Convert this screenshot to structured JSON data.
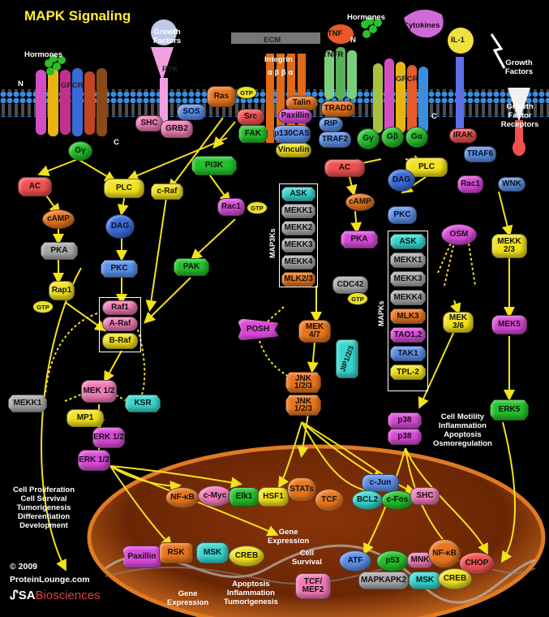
{
  "title": "MAPK Signaling",
  "external": {
    "hormones_left": "Hormones",
    "hormones_right": "Hormones",
    "growth_factors_top": "Growth Factors",
    "growth_factors_right": "Growth Factors",
    "growth_factor_receptors": "Growth Factor Receptors",
    "ecm": "ECM",
    "integrin": "Integrin",
    "integrin_greek": "α β β α",
    "cytokines": "Cytokines",
    "tnf": "TNF",
    "il1": "IL-1",
    "tnfr": "TNFR",
    "rtk": "RTK",
    "gpcr": "GPCR",
    "n_left": "N",
    "c_left": "C",
    "n_right": "N",
    "c_right": "C"
  },
  "nodes": {
    "shc_top": "SHC",
    "sos": "SOS",
    "grb2": "GRB2",
    "ras": "Ras",
    "gtp_ras": "GTP",
    "src": "Src",
    "fak": "FAK",
    "talin": "Talin",
    "paxillin_top": "Paxillin",
    "p130cas": "p130CAS",
    "vinculin": "Vinculin",
    "tradd": "TRADD",
    "rip": "RIP",
    "traf2": "TRAF2",
    "g_gamma_left": "Gγ",
    "g_gamma": "Gγ",
    "g_beta": "Gβ",
    "g_alpha": "Gα",
    "irak": "IRAK",
    "traf6": "TRAF6",
    "rac1_right": "Rac1",
    "wnk": "WNK",
    "ac_left": "AC",
    "plc_left": "PLC",
    "craf": "c-Raf",
    "pi3k": "PI3K",
    "rac1_mid": "Rac1",
    "gtp_rac1": "GTP",
    "camp_left": "cAMP",
    "dag_left": "DAG",
    "pka_left": "PKA",
    "pkc_left": "PKC",
    "pak": "PAK",
    "rap1": "Rap1",
    "gtp_rap1": "GTP",
    "raf1": "Raf1",
    "araf": "A-Raf",
    "braf": "B-Raf",
    "mekk1_left": "MEKK1",
    "mek12": "MEK 1/2",
    "mp1": "MP1",
    "ksr": "KSR",
    "erk12_a": "ERK 1/2",
    "erk12_b": "ERK 1/2",
    "ac_right": "AC",
    "plc_right": "PLC",
    "dag_right": "DAG",
    "camp_right": "cAMP",
    "pka_right": "PKA",
    "pkc_right": "PKC",
    "cdc42": "CDC42",
    "gtp_cdc42": "GTP",
    "posh": "POSH",
    "mek47": "MEK 4/7",
    "jip": "JIP1/2/3",
    "jnk_a": "JNK 1/2/3",
    "jnk_b": "JNK 1/2/3",
    "osm": "OSM",
    "mek36": "MEK 3/6",
    "p38_a": "p38",
    "p38_b": "p38",
    "mekk23": "MEKK 2/3",
    "mek5": "MEK5",
    "erk5": "ERK5"
  },
  "map3ks": {
    "label": "MAP3Ks",
    "items": [
      "ASK",
      "MEKK1",
      "MEKK2",
      "MEKK3",
      "MEKK4",
      "MLK2/3"
    ]
  },
  "mapks": {
    "label": "MAPKs",
    "items": [
      "ASK",
      "MEKK1",
      "MEKK3",
      "MEKK4",
      "MLK3",
      "TAO1,2",
      "TAK1",
      "TPL-2"
    ]
  },
  "nucleus": {
    "nfkb_a": "NF-κB",
    "cmyc": "c-Myc",
    "elk1": "Elk1",
    "hsf1": "HSF1",
    "stats": "STATs",
    "tcf": "TCF",
    "cjun": "c-Jun",
    "bcl2": "BCL2",
    "cfos": "c-Fos",
    "shc_nuc": "SHC",
    "paxillin_nuc": "Paxillin",
    "rsk": "RSK",
    "msk_a": "MSK",
    "creb_a": "CREB",
    "atf": "ATF",
    "p53": "p53",
    "mnk": "MNK",
    "nfkb_b": "NF-κB",
    "chop": "CHOP",
    "mapkapk2": "MAPKAPK2",
    "msk_b": "MSK",
    "creb_b": "CREB",
    "tcf_mef2": "TCF/ MEF2"
  },
  "outcomes": {
    "left": "Cell Proliferation\nCell Survival\nTumorigenesis\nDifferentiation\nDevelopment",
    "right": "Cell Motility\nInflammation\nApoptosis\nOsmoregulation",
    "gene_expression_mid": "Gene\nExpression",
    "cell_survival": "Cell\nSurvival",
    "gene_expression_bottom": "Gene\nExpression",
    "apoptosis": "Apoptosis\nInflammation\nTumorigenesis"
  },
  "footer": {
    "copyright": "© 2009",
    "site": "ProteinLounge.com",
    "brand_sa": "SA",
    "brand_rest": "Biosciences"
  },
  "colors": {
    "membrane": "#2f7fc4",
    "arrow": "#f2e21c",
    "nucleus": "#c85a10",
    "cyan": "#38d6cf",
    "green": "#22c02a",
    "pink": "#f07ab4",
    "orange": "#e8751e",
    "blue": "#5b8fe8",
    "gray": "#a9a9a9",
    "yellow": "#f2e21c",
    "red": "#f05050",
    "magenta": "#d94ad8"
  }
}
